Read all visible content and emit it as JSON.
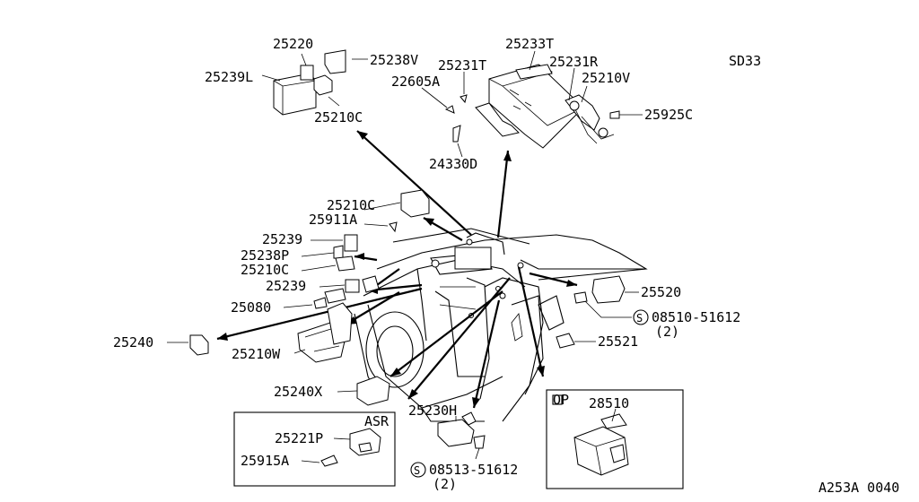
{
  "diagram": {
    "model_code": "SD33",
    "drawing_number": "A253A 0040",
    "boxes": {
      "asr_title": "ASR",
      "op_title": "OP"
    },
    "labels": {
      "p25220": "25220",
      "p25238V": "25238V",
      "p25239L": "25239L",
      "p25210C_top": "25210C",
      "p25233T": "25233T",
      "p25231T": "25231T",
      "p25231R": "25231R",
      "p22605A": "22605A",
      "p25210V": "25210V",
      "p25925C": "25925C",
      "p24330D": "24330D",
      "p25210C_mid": "25210C",
      "p25911A": "25911A",
      "p25239_a": "25239",
      "p25238P": "25238P",
      "p25210C_low": "25210C",
      "p25239_b": "25239",
      "p25080": "25080",
      "p25240": "25240",
      "p25210W": "25210W",
      "p25520": "25520",
      "p08510": "08510-51612",
      "p08510_qty": "(2)",
      "p25521": "25521",
      "p25240X": "25240X",
      "p25230H": "25230H",
      "p08513": "08513-51612",
      "p08513_qty": "(2)",
      "p25221P": "25221P",
      "p25915A": "25915A",
      "p28510": "28510"
    }
  }
}
